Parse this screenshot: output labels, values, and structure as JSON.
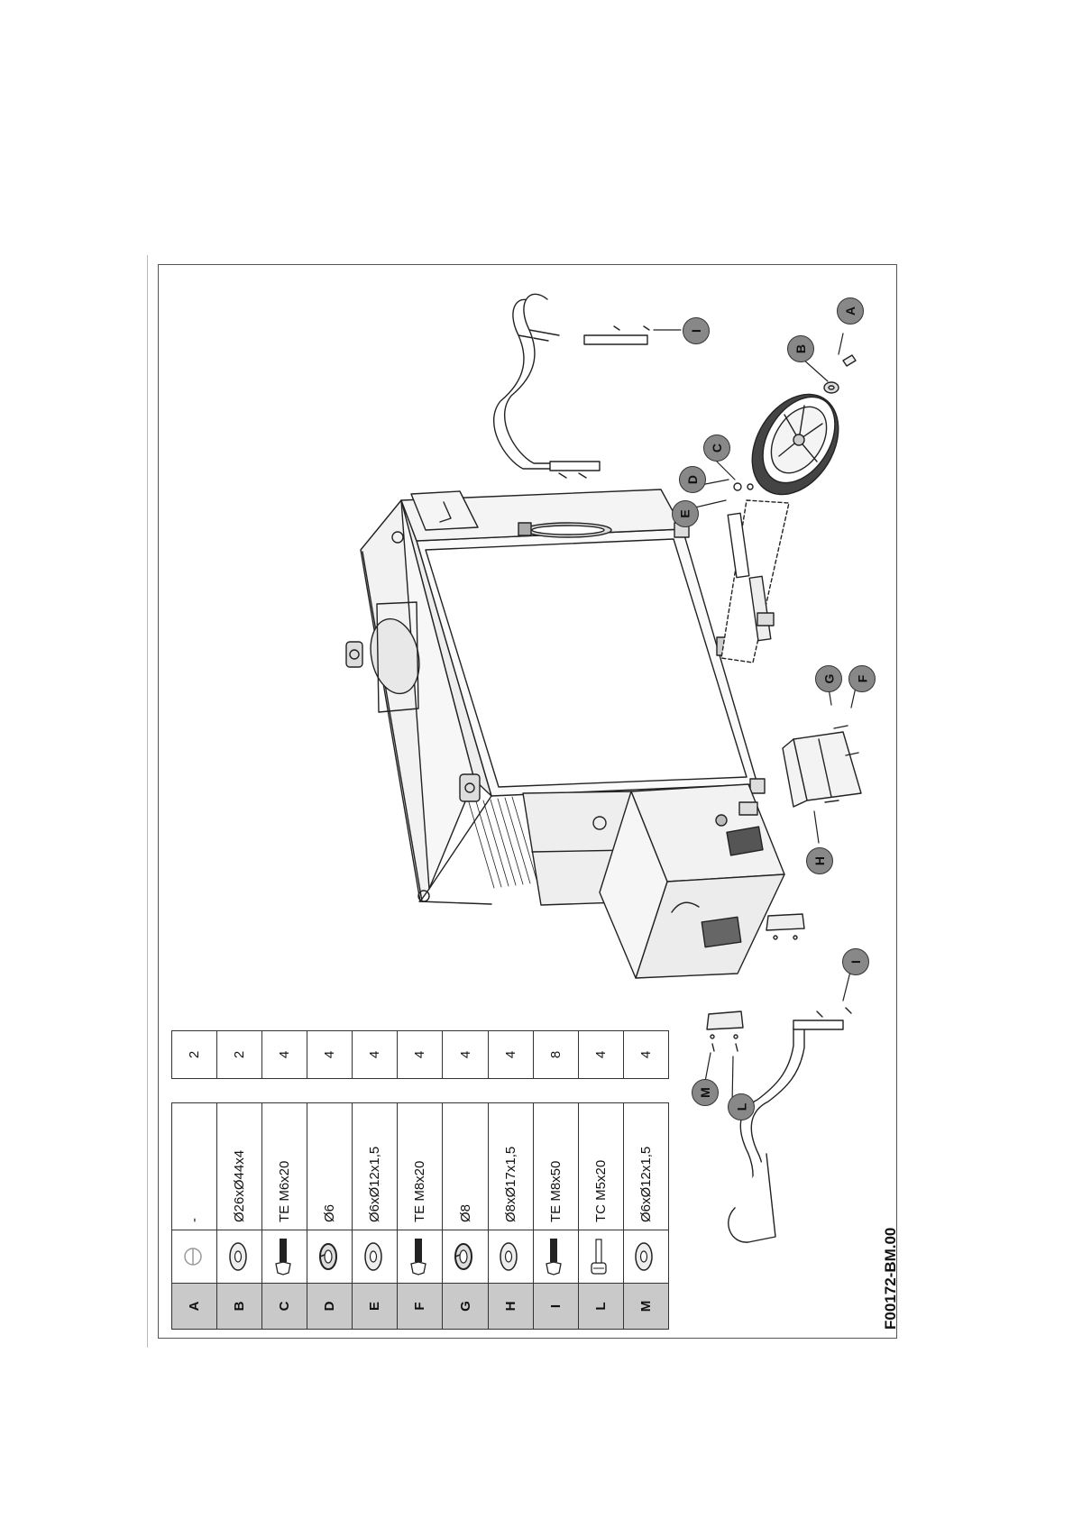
{
  "drawing_code": "F00172-BM.00",
  "callouts": [
    "A",
    "B",
    "C",
    "D",
    "E",
    "F",
    "G",
    "H",
    "I",
    "I",
    "L",
    "M"
  ],
  "parts": [
    {
      "key": "A",
      "icon": "cotter-pin-icon",
      "spec": "-",
      "qty": "2"
    },
    {
      "key": "B",
      "icon": "flat-washer-icon",
      "spec": "Ø26xØ44x4",
      "qty": "2"
    },
    {
      "key": "C",
      "icon": "hex-bolt-icon",
      "spec": "TE M6x20",
      "qty": "4"
    },
    {
      "key": "D",
      "icon": "split-lock-washer-icon",
      "spec": "Ø6",
      "qty": "4"
    },
    {
      "key": "E",
      "icon": "flat-washer-icon",
      "spec": "Ø6xØ12x1,5",
      "qty": "4"
    },
    {
      "key": "F",
      "icon": "hex-bolt-icon",
      "spec": "TE M8x20",
      "qty": "4"
    },
    {
      "key": "G",
      "icon": "split-lock-washer-icon",
      "spec": "Ø8",
      "qty": "4"
    },
    {
      "key": "H",
      "icon": "flat-washer-icon",
      "spec": "Ø8xØ17x1,5",
      "qty": "4"
    },
    {
      "key": "I",
      "icon": "hex-bolt-icon",
      "spec": "TE M8x50",
      "qty": "8"
    },
    {
      "key": "L",
      "icon": "cheese-head-screw-icon",
      "spec": "TC M5x20",
      "qty": "4"
    },
    {
      "key": "M",
      "icon": "flat-washer-icon",
      "spec": "Ø6xØ12x1,5",
      "qty": "4"
    }
  ]
}
